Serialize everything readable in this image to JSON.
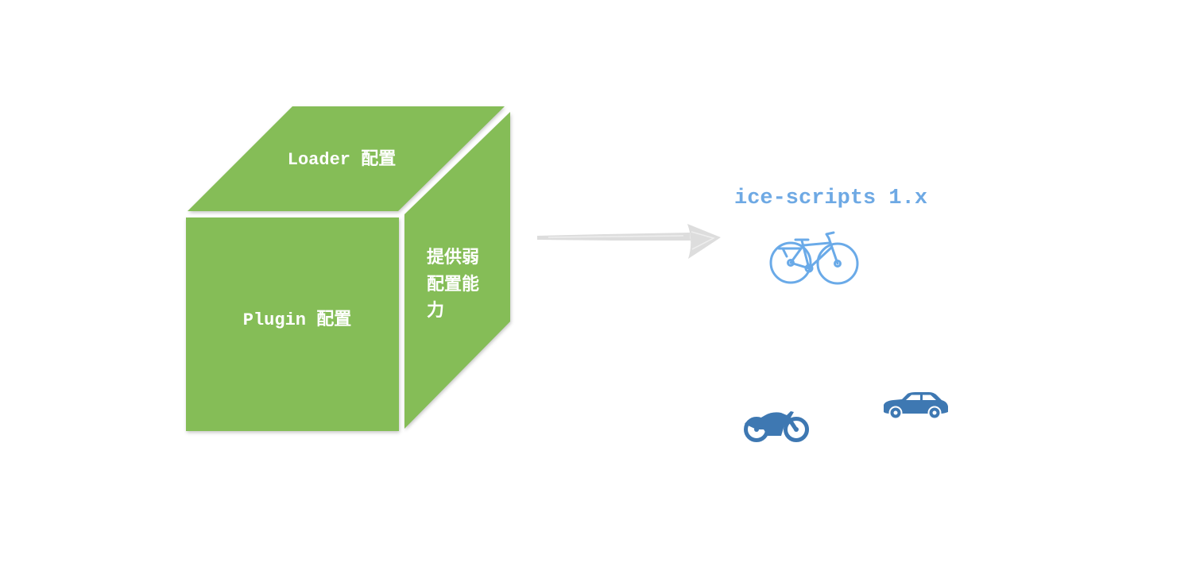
{
  "cube": {
    "color": "#85bd57",
    "top_label": "Loader 配置",
    "front_label": "Plugin 配置",
    "side_label_lines": [
      "提供弱",
      "配置能",
      "力"
    ]
  },
  "arrow": {
    "icon": "arrow-right-icon",
    "color": "#dddddd"
  },
  "target": {
    "title": "ice-scripts 1.x",
    "title_color": "#6ea9e4",
    "icons": [
      {
        "icon": "bicycle-icon",
        "color": "#6aaae8"
      },
      {
        "icon": "motorcycle-icon",
        "color": "#3e78b2"
      },
      {
        "icon": "car-icon",
        "color": "#3e78b2"
      }
    ]
  }
}
